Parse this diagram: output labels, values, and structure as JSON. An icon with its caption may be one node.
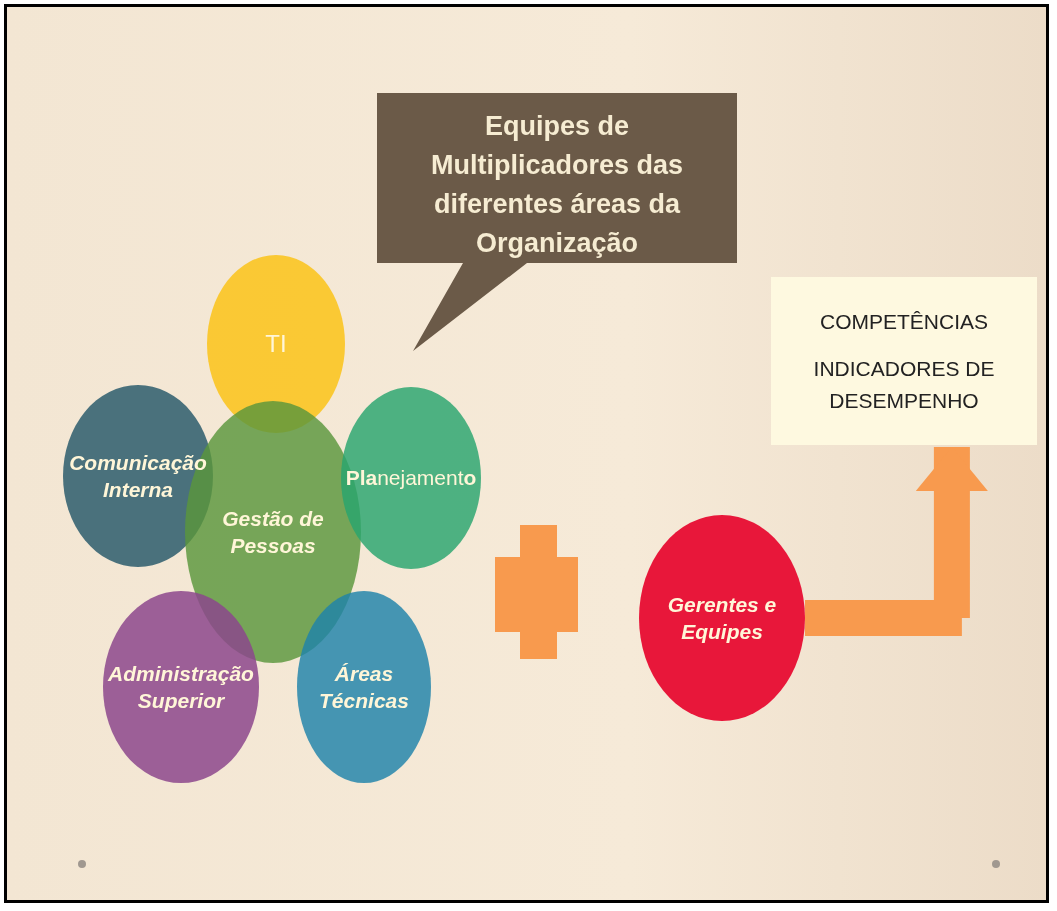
{
  "diagram": {
    "nodes": [
      {
        "text": [
          "Equipes de Multiplicadores das diferentes áreas da Organização"
        ]
      },
      {
        "text": [
          "TI"
        ]
      },
      {
        "text": [
          "Comunicação Interna"
        ]
      },
      {
        "text": [
          "Gestão de Pessoas"
        ]
      },
      {
        "text": [
          "**Pla**nejament**o**"
        ]
      },
      {
        "text": [
          "Administração Superior"
        ]
      },
      {
        "text": [
          "Áreas Técnicas"
        ]
      },
      {
        "text": [
          "Gerentes e Equipes"
        ]
      },
      {
        "text": [
          "COMPETÊNCIAS",
          "INDICADORES DE DESEMPENHO"
        ]
      }
    ],
    "edges": [
      {
        "from": 7,
        "to": 8,
        "arrow": "to"
      }
    ]
  }
}
